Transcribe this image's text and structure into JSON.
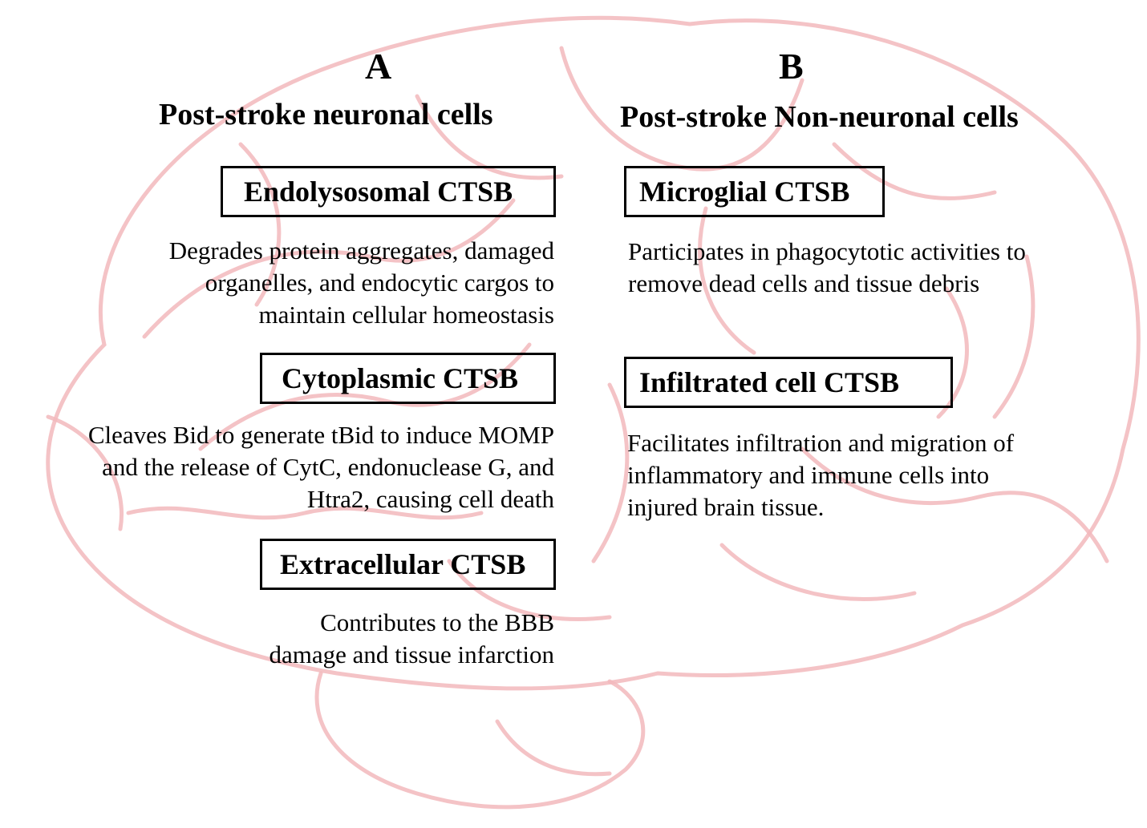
{
  "columns": {
    "a": {
      "letter": "A",
      "title": "Post-stroke neuronal cells",
      "items": [
        {
          "label": "Endolysosomal CTSB",
          "description": [
            "Degrades protein aggregates, damaged",
            "organelles, and endocytic cargos to",
            "maintain cellular homeostasis"
          ]
        },
        {
          "label": "Cytoplasmic CTSB",
          "description": [
            "Cleaves Bid to generate tBid to induce MOMP",
            "and the release of CytC, endonuclease G, and",
            "Htra2, causing cell death"
          ]
        },
        {
          "label": "Extracellular CTSB",
          "description": [
            "Contributes to the BBB",
            "damage and tissue infarction"
          ]
        }
      ]
    },
    "b": {
      "letter": "B",
      "title": "Post-stroke Non-neuronal cells",
      "items": [
        {
          "label": "Microglial CTSB",
          "description": [
            "Participates in phagocytotic activities to",
            "remove dead cells and tissue debris"
          ]
        },
        {
          "label": "Infiltrated cell CTSB",
          "description": [
            "Facilitates infiltration and migration of",
            "inflammatory and immune cells into",
            "injured brain tissue."
          ]
        }
      ]
    }
  },
  "colors": {
    "background_illustration": "#f2b8bc",
    "text": "#000000",
    "box_border": "#000000"
  }
}
